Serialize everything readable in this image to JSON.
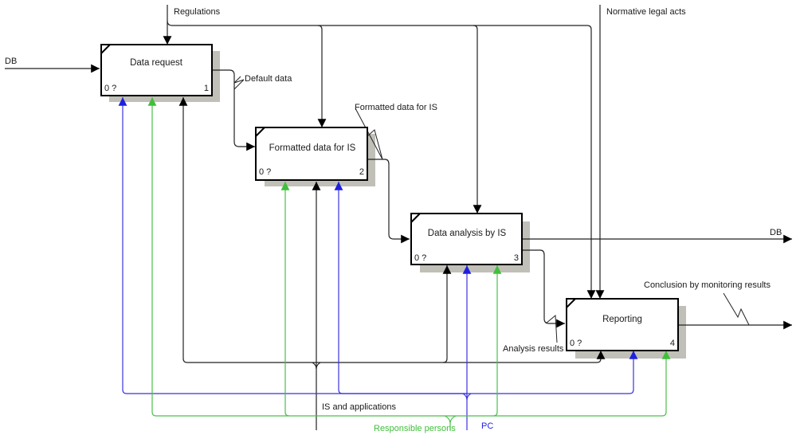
{
  "diagram": {
    "type": "IDEF0",
    "colors": {
      "black": "#000000",
      "blue": "#1f1fe0",
      "green": "#3fbf3a",
      "shadow": "#c0c0b8"
    },
    "boxes": [
      {
        "id": "b1",
        "title": "Data request",
        "node": "0 ?",
        "number": "1"
      },
      {
        "id": "b2",
        "title": "Formatted data for IS",
        "node": "0 ?",
        "number": "2"
      },
      {
        "id": "b3",
        "title": "Data analysis by IS",
        "node": "0 ?",
        "number": "3"
      },
      {
        "id": "b4",
        "title": "Reporting",
        "node": "0 ?",
        "number": "4"
      }
    ],
    "arrows": {
      "input_db": "DB",
      "regulations": "Regulations",
      "normative": "Normative legal acts",
      "default_data": "Default data",
      "formatted_data": "Formatted data for IS",
      "output_db": "DB",
      "conclusion": "Conclusion by monitoring results",
      "analysis_results": "Analysis results",
      "is_apps": "IS and applications",
      "responsible": "Responsible persons",
      "pc": "PC"
    }
  }
}
